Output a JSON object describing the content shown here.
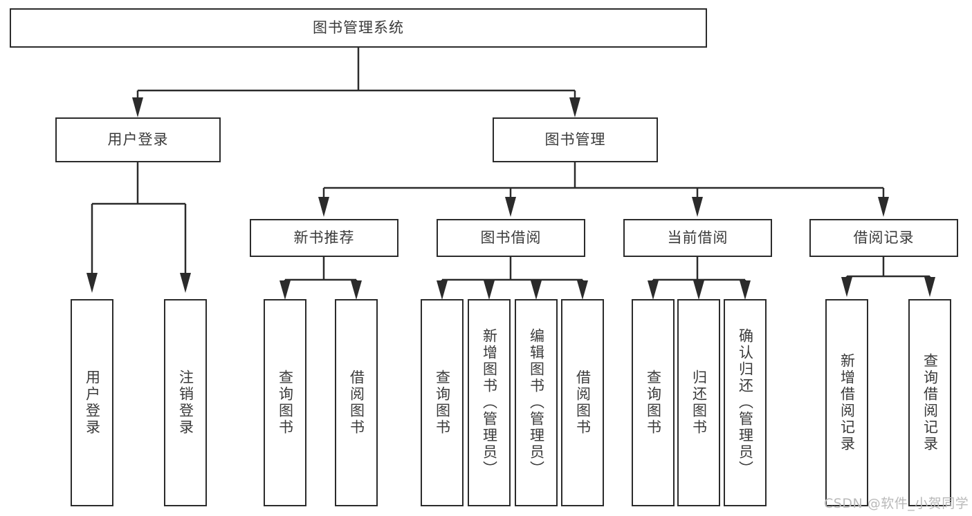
{
  "diagram": {
    "title": "图书管理系统",
    "type": "tree",
    "style": {
      "box_border_color": "#2b2b2b",
      "box_fill_color": "#ffffff",
      "text_color": "#3a3a3a",
      "connector_color": "#2b2b2b",
      "background_color": "#ffffff",
      "watermark_color": "#b9b9b9"
    },
    "nodes": {
      "root": {
        "label": "图书管理系统",
        "level": 0,
        "orientation": "horizontal"
      },
      "l1_user_login": {
        "label": "用户登录",
        "level": 1,
        "orientation": "horizontal"
      },
      "l1_book_mgmt": {
        "label": "图书管理",
        "level": 1,
        "orientation": "horizontal"
      },
      "l2_new_book_rec": {
        "label": "新书推荐",
        "level": 2,
        "orientation": "horizontal"
      },
      "l2_book_borrow": {
        "label": "图书借阅",
        "level": 2,
        "orientation": "horizontal"
      },
      "l2_current_borrow": {
        "label": "当前借阅",
        "level": 2,
        "orientation": "horizontal"
      },
      "l2_borrow_record": {
        "label": "借阅记录",
        "level": 2,
        "orientation": "horizontal"
      },
      "leaf_user_login": {
        "label": "用户登录",
        "level": 3,
        "orientation": "vertical"
      },
      "leaf_logout": {
        "label": "注销登录",
        "level": 3,
        "orientation": "vertical"
      },
      "leaf_query_book_a": {
        "label": "查询图书",
        "level": 3,
        "orientation": "vertical"
      },
      "leaf_borrow_book_a": {
        "label": "借阅图书",
        "level": 3,
        "orientation": "vertical"
      },
      "leaf_query_book_b": {
        "label": "查询图书",
        "level": 3,
        "orientation": "vertical"
      },
      "leaf_add_book": {
        "label": "新增图书（管理员）",
        "level": 3,
        "orientation": "vertical"
      },
      "leaf_edit_book": {
        "label": "编辑图书（管理员）",
        "level": 3,
        "orientation": "vertical"
      },
      "leaf_borrow_book_b": {
        "label": "借阅图书",
        "level": 3,
        "orientation": "vertical"
      },
      "leaf_query_book_c": {
        "label": "查询图书",
        "level": 3,
        "orientation": "vertical"
      },
      "leaf_return_book": {
        "label": "归还图书",
        "level": 3,
        "orientation": "vertical"
      },
      "leaf_confirm_return": {
        "label": "确认归还（管理员）",
        "level": 3,
        "orientation": "vertical"
      },
      "leaf_add_record": {
        "label": "新增借阅记录",
        "level": 3,
        "orientation": "vertical"
      },
      "leaf_query_record": {
        "label": "查询借阅记录",
        "level": 3,
        "orientation": "vertical"
      }
    },
    "edges": [
      {
        "from": "root",
        "to": "l1_user_login"
      },
      {
        "from": "root",
        "to": "l1_book_mgmt"
      },
      {
        "from": "l1_user_login",
        "to": "leaf_user_login"
      },
      {
        "from": "l1_user_login",
        "to": "leaf_logout"
      },
      {
        "from": "l1_book_mgmt",
        "to": "l2_new_book_rec"
      },
      {
        "from": "l1_book_mgmt",
        "to": "l2_book_borrow"
      },
      {
        "from": "l1_book_mgmt",
        "to": "l2_current_borrow"
      },
      {
        "from": "l1_book_mgmt",
        "to": "l2_borrow_record"
      },
      {
        "from": "l2_new_book_rec",
        "to": "leaf_query_book_a"
      },
      {
        "from": "l2_new_book_rec",
        "to": "leaf_borrow_book_a"
      },
      {
        "from": "l2_book_borrow",
        "to": "leaf_query_book_b"
      },
      {
        "from": "l2_book_borrow",
        "to": "leaf_add_book"
      },
      {
        "from": "l2_book_borrow",
        "to": "leaf_edit_book"
      },
      {
        "from": "l2_book_borrow",
        "to": "leaf_borrow_book_b"
      },
      {
        "from": "l2_current_borrow",
        "to": "leaf_query_book_c"
      },
      {
        "from": "l2_current_borrow",
        "to": "leaf_return_book"
      },
      {
        "from": "l2_current_borrow",
        "to": "leaf_confirm_return"
      },
      {
        "from": "l2_borrow_record",
        "to": "leaf_add_record"
      },
      {
        "from": "l2_borrow_record",
        "to": "leaf_query_record"
      }
    ]
  },
  "watermark": {
    "text": "CSDN @软件_小贺同学"
  }
}
